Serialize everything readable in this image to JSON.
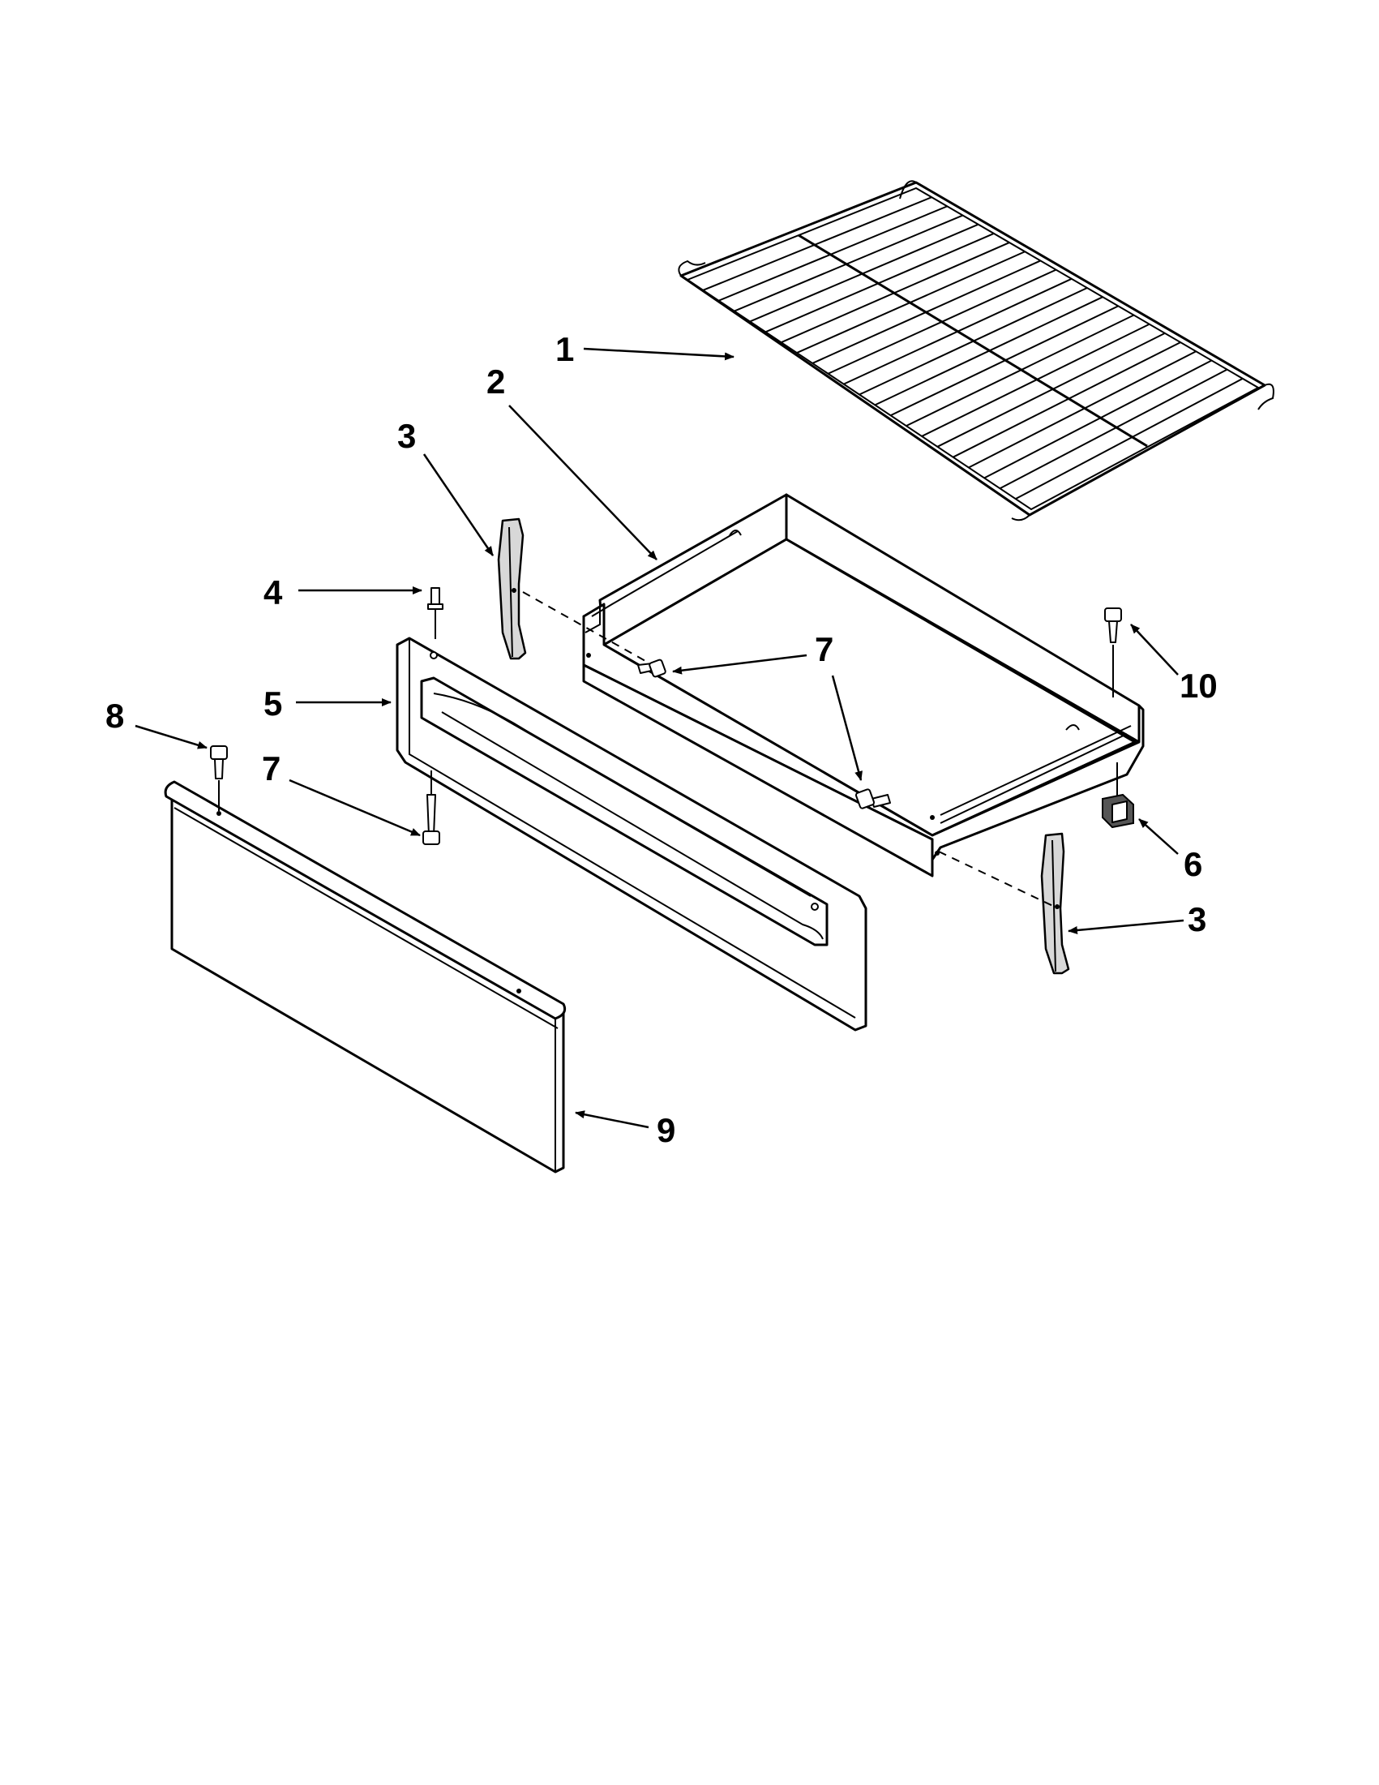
{
  "callouts": {
    "c1": "1",
    "c2": "2",
    "c3a": "3",
    "c3b": "3",
    "c4": "4",
    "c5": "5",
    "c6": "6",
    "c7a": "7",
    "c7b": "7",
    "c7c": "7",
    "c8": "8",
    "c9": "9",
    "c10": "10"
  }
}
